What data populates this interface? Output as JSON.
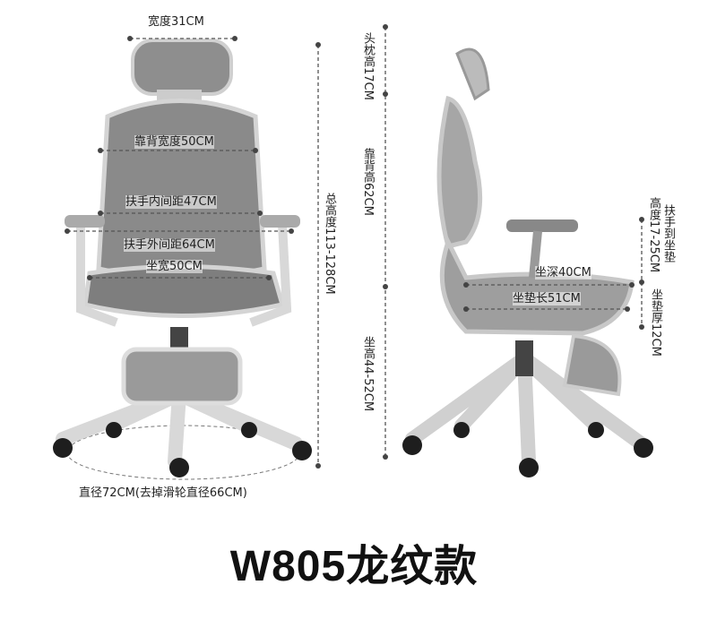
{
  "front_view": {
    "headrest_width": "宽度31CM",
    "backrest_width": "靠背宽度50CM",
    "armrest_inner": "扶手内间距47CM",
    "armrest_outer": "扶手外间距64CM",
    "seat_width": "坐宽50CM",
    "base_diameter": "直径72CM(去掉滑轮直径66CM)",
    "total_height": "总高度113-128CM"
  },
  "side_view": {
    "headrest_height": "头枕高17CM",
    "backrest_height": "靠背高62CM",
    "seat_height": "坐高44-52CM",
    "armrest_to_seat_a": "扶手到坐垫",
    "armrest_to_seat_b": "高度17-25CM",
    "seat_thickness": "坐垫厚12CM",
    "seat_depth": "坐深40CM",
    "seat_length": "坐垫长51CM"
  },
  "product_name": "W805龙纹款",
  "colors": {
    "frame": "#d4d4d4",
    "mesh": "#8a8a8a",
    "line": "#555555",
    "wheel": "#1e1e1e"
  }
}
